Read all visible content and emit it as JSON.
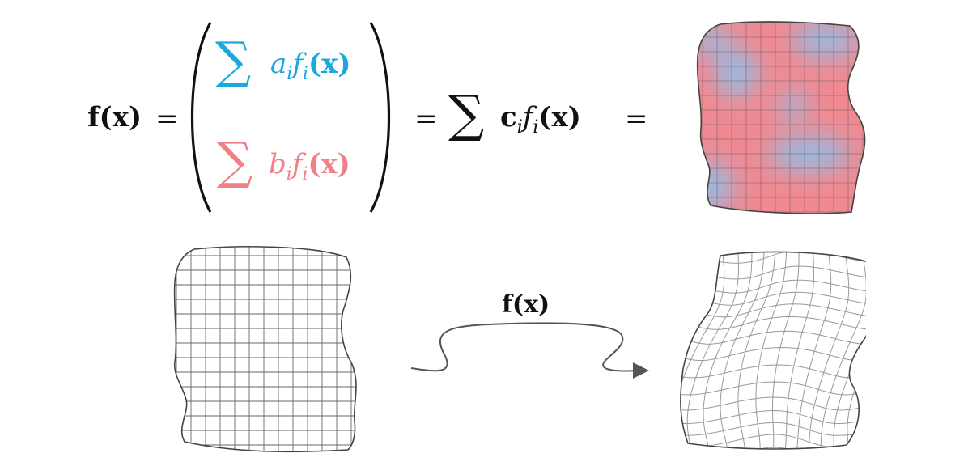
{
  "equation": {
    "lhs_f": "f",
    "lhs_x": "(x)",
    "eq1": "=",
    "top_coef": "a",
    "top_sub": "i",
    "top_fi": "f",
    "top_fi_sub": "i",
    "top_x": "(x)",
    "bot_coef": "b",
    "bot_sub": "i",
    "bot_fi": "f",
    "bot_fi_sub": "i",
    "bot_x": "(x)",
    "eq2": "=",
    "sum_glyph": "∑",
    "mid_c": "c",
    "mid_c_sub": "i",
    "mid_fi": "f",
    "mid_fi_sub": "i",
    "mid_x": "(x)",
    "eq3": "="
  },
  "arrow_label": {
    "f": "f",
    "x": "(x)"
  },
  "colors": {
    "blue": "#1ba9dd",
    "red": "#f07f86",
    "field_red": "#ef8a92",
    "field_blue": "#9db8de",
    "grid": "#555555",
    "outline": "#444444"
  }
}
